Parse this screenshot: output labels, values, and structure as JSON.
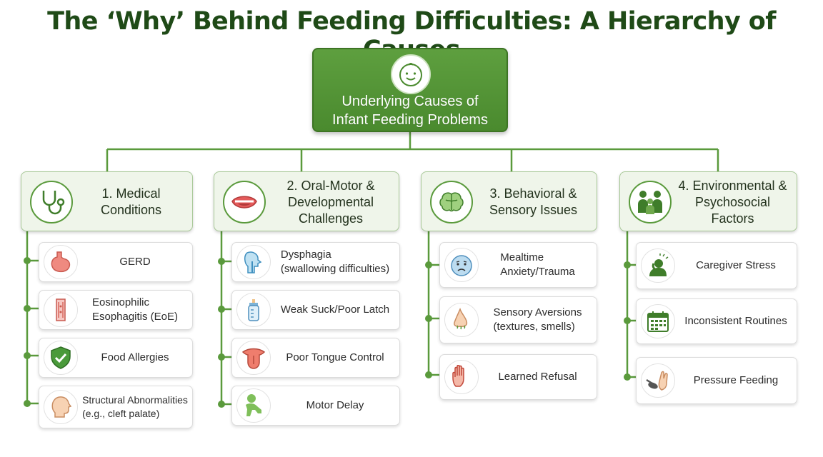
{
  "title": "The ‘Why’ Behind Feeding Difficulties: A Hierarchy of Causes",
  "root": {
    "label": "Underlying Causes of\nInfant Feeding Problems",
    "icon": "baby-face-icon"
  },
  "colors": {
    "primary_green": "#4a8a2e",
    "dark_green": "#1f4a17",
    "line_green": "#5a9a3c",
    "panel_bg": "#eff5ea"
  },
  "categories": [
    {
      "label": "1. Medical\nConditions",
      "icon": "stethoscope-icon",
      "items": [
        {
          "label": "GERD",
          "icon": "stomach-icon"
        },
        {
          "label": "Eosinophilic\nEsophagitis (EoE)",
          "icon": "esophagus-icon"
        },
        {
          "label": "Food Allergies",
          "icon": "shield-check-icon"
        },
        {
          "label": "Structural Abnormalities\n(e.g., cleft palate)",
          "icon": "face-profile-icon"
        }
      ]
    },
    {
      "label": "2. Oral-Motor &\nDevelopmental\nChallenges",
      "icon": "mouth-icon",
      "items": [
        {
          "label": "Dysphagia\n(swallowing difficulties)",
          "icon": "throat-icon"
        },
        {
          "label": "Weak Suck/Poor Latch",
          "icon": "baby-bottle-icon"
        },
        {
          "label": "Poor Tongue Control",
          "icon": "tongue-icon"
        },
        {
          "label": "Motor Delay",
          "icon": "crawling-baby-icon"
        }
      ]
    },
    {
      "label": "3. Behavioral &\nSensory Issues",
      "icon": "brain-icon",
      "items": [
        {
          "label": "Mealtime\nAnxiety/Trauma",
          "icon": "sad-baby-icon"
        },
        {
          "label": "Sensory Aversions\n(textures, smells)",
          "icon": "nose-icon"
        },
        {
          "label": "Learned Refusal",
          "icon": "stop-hand-icon"
        }
      ]
    },
    {
      "label": "4. Environmental &\nPsychosocial\nFactors",
      "icon": "family-icon",
      "items": [
        {
          "label": "Caregiver Stress",
          "icon": "stressed-person-icon"
        },
        {
          "label": "Inconsistent Routines",
          "icon": "calendar-icon"
        },
        {
          "label": "Pressure Feeding",
          "icon": "spoon-hand-icon"
        }
      ]
    }
  ]
}
